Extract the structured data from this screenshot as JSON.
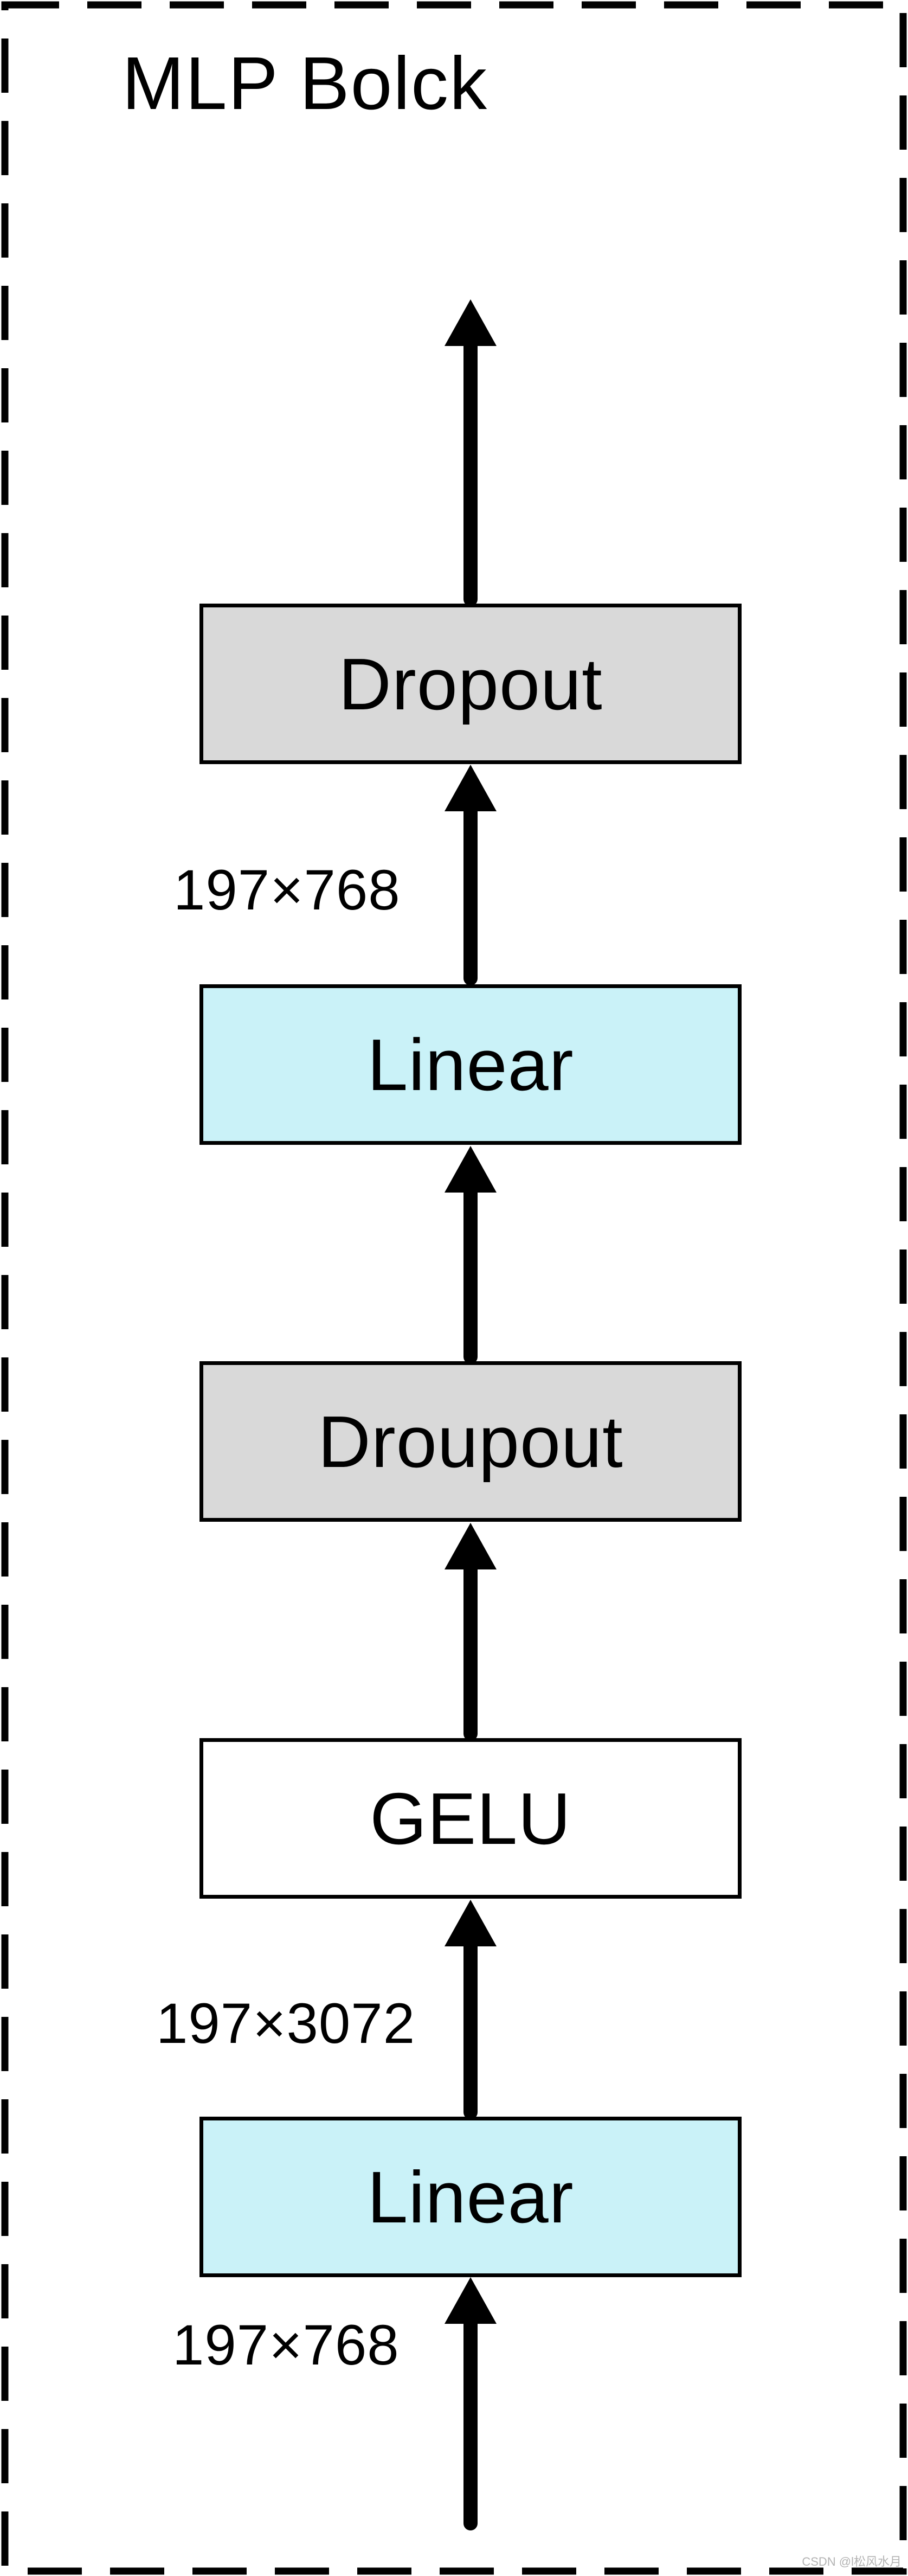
{
  "diagram": {
    "title": "MLP Bolck",
    "nodes": [
      {
        "id": "dropout-top",
        "label": "Dropout",
        "fill": "#d9d9d9"
      },
      {
        "id": "linear-top",
        "label": "Linear",
        "fill": "#caf2f8"
      },
      {
        "id": "droupout-mid",
        "label": "Droupout",
        "fill": "#d9d9d9"
      },
      {
        "id": "gelu",
        "label": "GELU",
        "fill": "#ffffff"
      },
      {
        "id": "linear-bottom",
        "label": "Linear",
        "fill": "#caf2f8"
      }
    ],
    "dim_labels": [
      {
        "text": "197×768",
        "position": "between linear-top and dropout-top"
      },
      {
        "text": "197×3072",
        "position": "between linear-bottom and gelu"
      },
      {
        "text": "197×768",
        "position": "below linear-bottom"
      }
    ],
    "arrows": [
      {
        "from": "dropout-top",
        "to": "output (top of block)"
      },
      {
        "from": "linear-top",
        "to": "dropout-top"
      },
      {
        "from": "droupout-mid",
        "to": "linear-top"
      },
      {
        "from": "gelu",
        "to": "droupout-mid"
      },
      {
        "from": "linear-bottom",
        "to": "gelu"
      },
      {
        "from": "input (bottom of block)",
        "to": "linear-bottom"
      }
    ],
    "colors": {
      "box_gray": "#d9d9d9",
      "box_cyan": "#caf2f8",
      "box_white": "#ffffff",
      "stroke": "#000000",
      "background": "#ffffff",
      "watermark": "#b3b3b3"
    },
    "watermark": "CSDN @l松风水月"
  }
}
